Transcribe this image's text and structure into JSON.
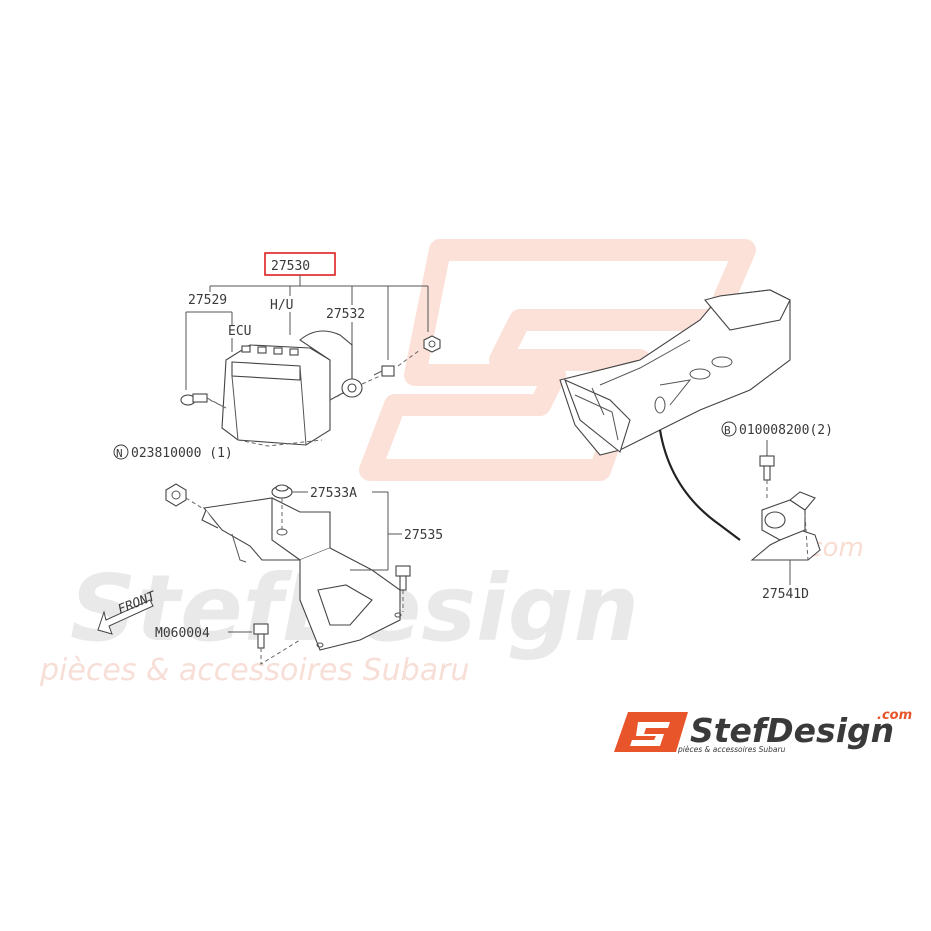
{
  "watermark": {
    "brand": "StefDesign",
    "tagline": "pièces & accessoires Subaru",
    "domain": ".com"
  },
  "logo": {
    "brand": "StefDesign",
    "domain": ".com",
    "tagline": "pièces & accessoires Subaru"
  },
  "highlight_color": "#e02020",
  "accent_color": "#e8552a",
  "labels": {
    "assembly": "27530",
    "p27529": "27529",
    "hu": "H/U",
    "ecu": "ECU",
    "p27532": "27532",
    "bolt_b": "010008200(2)",
    "bolt_b_marker": "B",
    "nut_n": "023810000 (1)",
    "nut_n_marker": "N",
    "p27533a": "27533A",
    "p27535": "27535",
    "p27541d": "27541D",
    "front": "FRONT",
    "m060004": "M060004"
  }
}
